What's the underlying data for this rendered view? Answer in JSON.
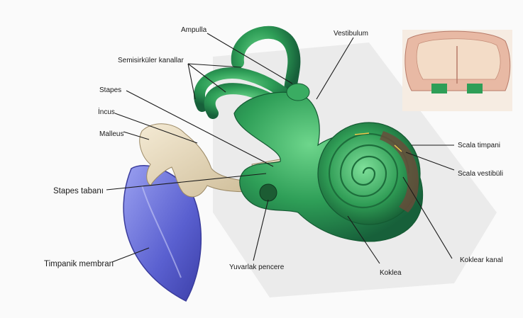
{
  "labels": {
    "ampulla": "Ampulla",
    "vestibulum": "Vestibulum",
    "semicircular_canals": "Semisirküler kanallar",
    "stapes": "Stapes",
    "incus": "İncus",
    "malleus": "Malleus",
    "stapes_footplate": "Stapes tabanı",
    "tympanic_membrane": "Timpanik membran",
    "round_window": "Yuvarlak pencere",
    "cochlea": "Koklea",
    "cochlear_duct": "Koklear kanal",
    "scala_tympani": "Scala timpani",
    "scala_vestibuli": "Scala vestibüli"
  },
  "colors": {
    "labyrinth_green": "#2e9e57",
    "labyrinth_dark": "#1d6e3c",
    "ossicle_beige": "#e9dcc0",
    "membrane_blue": "#6a6fd8",
    "leader_line": "#1a1a1a"
  }
}
